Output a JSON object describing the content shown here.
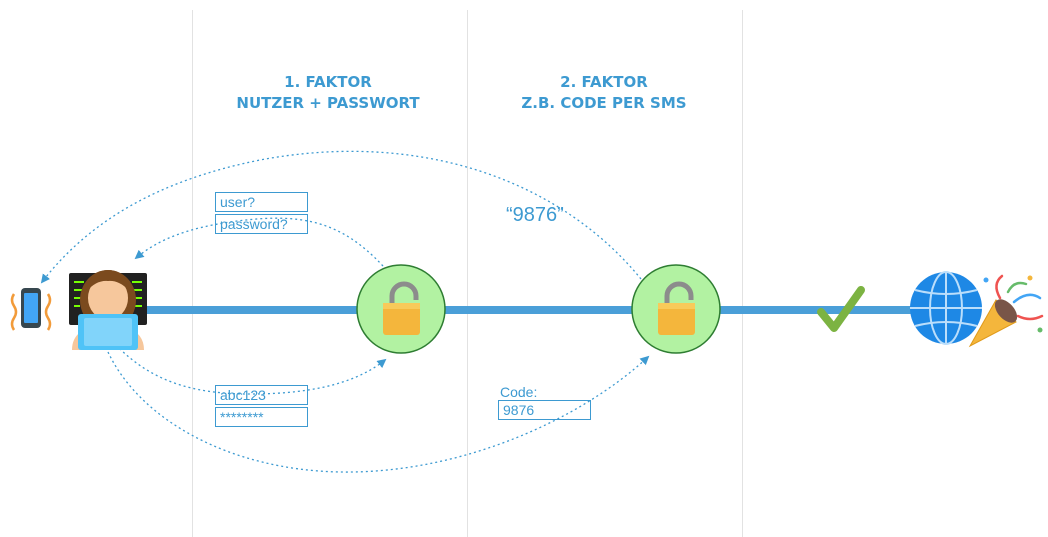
{
  "columns": [
    {
      "title_line1": "1. FAKTOR",
      "title_line2": "NUTZER + PASSWORT"
    },
    {
      "title_line1": "2. FAKTOR",
      "title_line2": "Z.B. CODE PER SMS"
    }
  ],
  "factor1": {
    "prompt_user": "user?",
    "prompt_password": "password?",
    "entered_user": "abc123",
    "entered_password": "********"
  },
  "factor2": {
    "sms_code": "“9876”",
    "code_label": "Code:",
    "code_value": "9876"
  },
  "colors": {
    "accent": "#3d9ad1",
    "timeline": "#4a9fd8",
    "lock_circle": "#b2f2a2",
    "lock_body": "#f4b63c",
    "check": "#7cb342"
  },
  "icons": [
    "vibrating-phone-icon",
    "woman-technologist-icon",
    "open-padlock-icon",
    "check-mark-icon",
    "globe-icon",
    "party-popper-icon"
  ]
}
